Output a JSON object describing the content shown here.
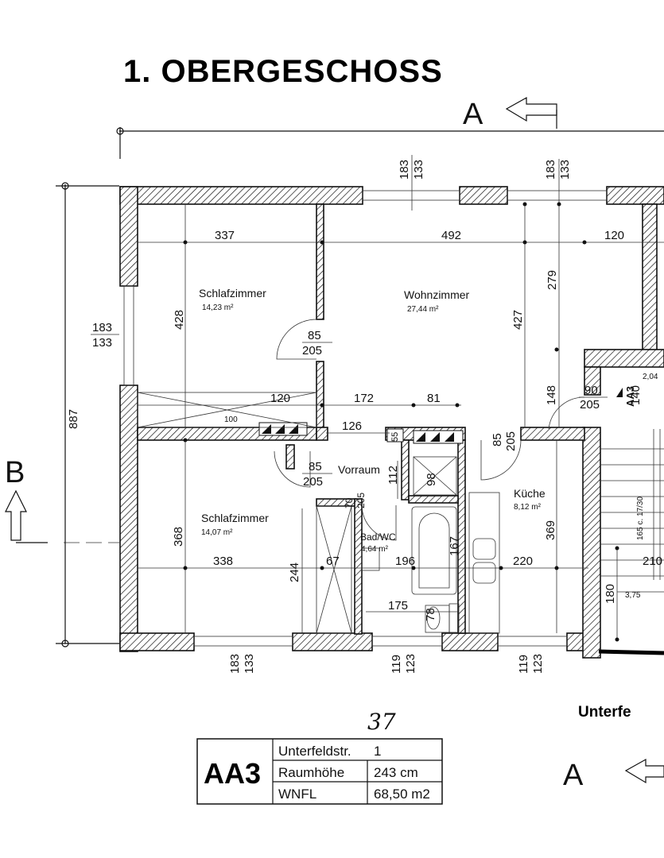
{
  "title": "1. OBERGESCHOSS",
  "sections": {
    "a_top": "A",
    "a_bottom": "A",
    "b_left": "B"
  },
  "rooms": {
    "schlaf1": {
      "name": "Schlafzimmer",
      "area": "14,23 m²"
    },
    "wohn": {
      "name": "Wohnzimmer",
      "area": "27,44 m²"
    },
    "schlaf2": {
      "name": "Schlafzimmer",
      "area": "14,07 m²"
    },
    "vorraum": {
      "name": "Vorraum"
    },
    "bad": {
      "name": "Bad/WC",
      "area": "4,64 m²"
    },
    "kueche": {
      "name": "Küche",
      "area": "8,12 m²"
    }
  },
  "dims": {
    "top_win1_a": "183",
    "top_win1_b": "133",
    "top_win2_a": "183",
    "top_win2_b": "133",
    "left_win_a": "183",
    "left_win_b": "133",
    "bot_win1_a": "183",
    "bot_win1_b": "133",
    "bot_win2_a": "119",
    "bot_win2_b": "123",
    "bot_win3_a": "119",
    "bot_win3_b": "123",
    "d337": "337",
    "d492": "492",
    "d120a": "120",
    "d428": "428",
    "d427": "427",
    "d279": "279",
    "d887": "887",
    "door1_a": "85",
    "door1_b": "205",
    "d120b": "120",
    "d172": "172",
    "d81": "81",
    "d126": "126",
    "door2_a": "85",
    "door2_b": "205",
    "door3_a": "85",
    "door3_b": "205",
    "door4_a": "70",
    "door4_b": "205",
    "door5_a": "90",
    "door5_b": "205",
    "d148": "148",
    "d112": "112",
    "d98": "98",
    "d55": "55",
    "d368": "368",
    "d338": "338",
    "d244": "244",
    "d67": "67",
    "d196": "196",
    "d167": "167",
    "d220": "220",
    "d369": "369",
    "d175": "175",
    "d78": "78",
    "d180": "180",
    "d210": "210",
    "d140": "140",
    "d204": "2,04",
    "d375": "3,75",
    "d165": "165 c. 17/30",
    "d100": "100",
    "aa3_small": "AA3"
  },
  "street_label": "Unterfe",
  "table": {
    "id": "AA3",
    "handwritten": "37",
    "rows": [
      {
        "label": "Unterfeldstr.",
        "value": "1"
      },
      {
        "label": "Raumhöhe",
        "value": "243 cm"
      },
      {
        "label": "WNFL",
        "value": "68,50 m2"
      }
    ]
  }
}
